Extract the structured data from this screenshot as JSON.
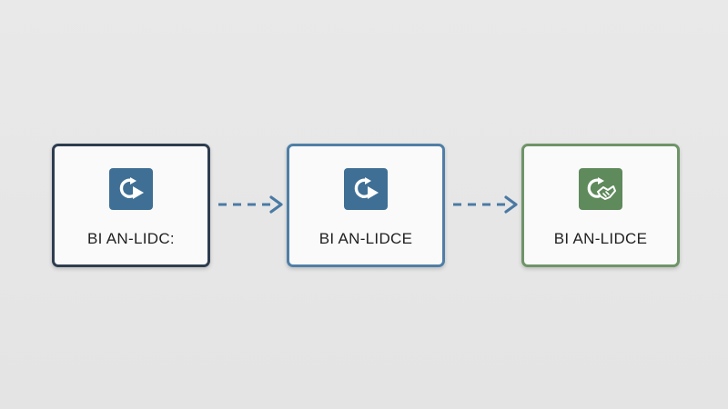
{
  "nodes": [
    {
      "label": "BI AN-LIDC:",
      "icon": "refresh-play-icon",
      "border_color": "#2e3d4f",
      "icon_color": "#3f6f95"
    },
    {
      "label": "BI AN-LIDCE",
      "icon": "refresh-play-icon",
      "border_color": "#4f7fa6",
      "icon_color": "#3f6f95"
    },
    {
      "label": "BI AN-LIDCE",
      "icon": "refresh-handshake-icon",
      "border_color": "#6e9468",
      "icon_color": "#5f8a5c"
    }
  ],
  "edges": [
    {
      "from": 0,
      "to": 1,
      "style": "dashed",
      "color": "#4a7aa3"
    },
    {
      "from": 1,
      "to": 2,
      "style": "dashed",
      "color": "#4a7aa3"
    }
  ]
}
